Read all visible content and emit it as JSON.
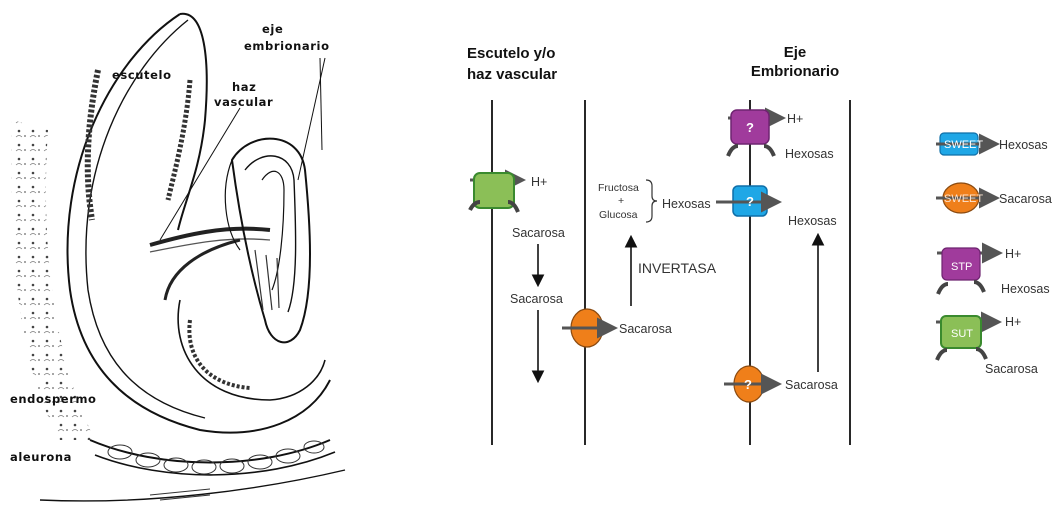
{
  "anatomy_labels": {
    "eje": "eje",
    "embrionario": "embrionario",
    "escutelo": "escutelo",
    "haz": "haz",
    "vascular": "vascular",
    "endospermo": "endospermo",
    "aleurona": "aleurona"
  },
  "headers": {
    "escutelo_line1": "Escutelo y/o",
    "escutelo_line2": "haz vascular",
    "eje_line1": "Eje",
    "eje_line2": "Embrionario"
  },
  "flow": {
    "sut_h": "H+",
    "sacarosa_1": "Sacarosa",
    "sacarosa_2": "Sacarosa",
    "sacarosa_3": "Sacarosa",
    "sacarosa_4": "Sacarosa",
    "fructosa": "Fructosa",
    "plus": "+",
    "glucosa": "Glucosa",
    "hexosas_1": "Hexosas",
    "hexosas_2": "Hexosas",
    "hexosas_3": "Hexosas",
    "h_eje": "H+",
    "invertasa": "INVERTASA",
    "question": "?"
  },
  "legend": {
    "sweet_label": "SWEET",
    "sweet_hexosas": "Hexosas",
    "sweet2_label": "SWEET",
    "sweet_sacarosa": "Sacarosa",
    "stp_label": "STP",
    "stp_h": "H+",
    "stp_hexosas": "Hexosas",
    "sut_label": "SUT",
    "sut_h": "H+",
    "sut_sacarosa": "Sacarosa"
  },
  "colors": {
    "sut_green": "#8bbf57",
    "sweet_blue": "#1fa7e6",
    "stp_purple": "#a03b9c",
    "sweet_orange": "#ef7f1a"
  }
}
